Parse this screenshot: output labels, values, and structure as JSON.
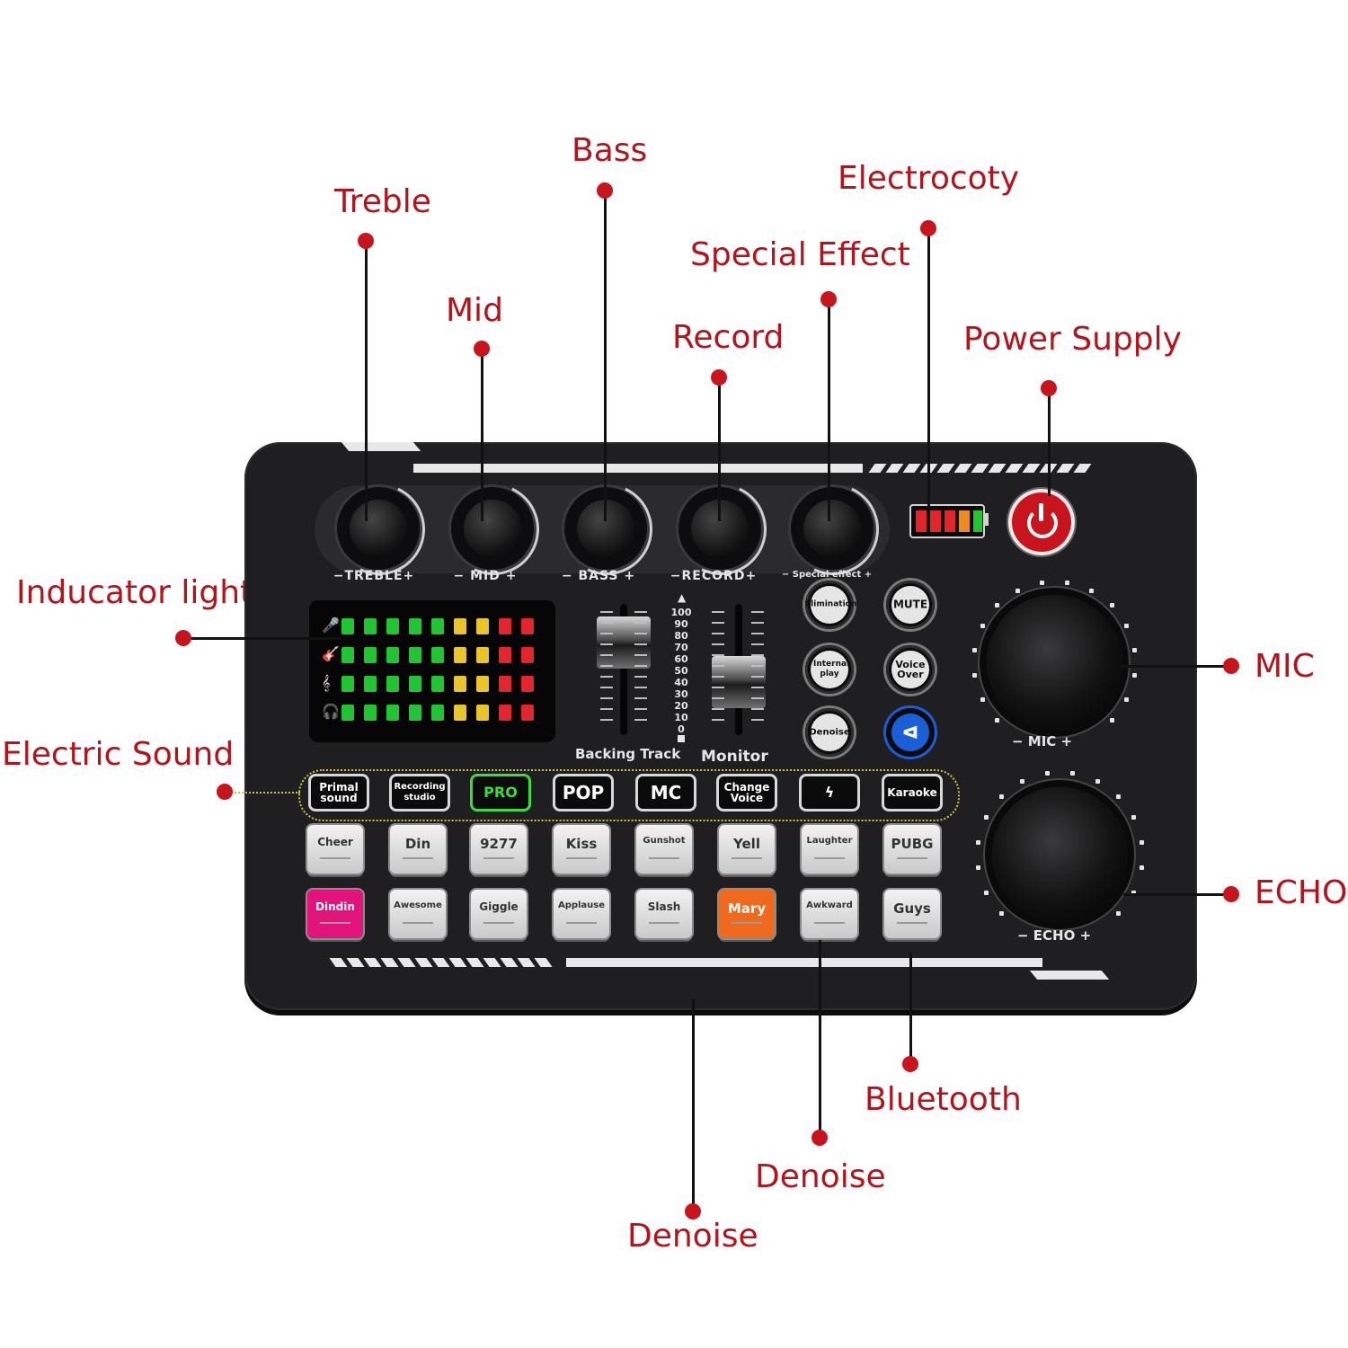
{
  "callouts": {
    "treble": "Treble",
    "mid": "Mid",
    "bass": "Bass",
    "electrocoty": "Electrocoty",
    "special_effect": "Special Effect",
    "record": "Record",
    "power_supply": "Power Supply",
    "indicator_light": "Inducator light",
    "electric_sound": "Electric Sound",
    "mic": "MIC",
    "echo": "ECHO",
    "bluetooth": "Bluetooth",
    "denoise_1": "Denoise",
    "denoise_2": "Denoise"
  },
  "device": {
    "knobs": {
      "treble": "−TREBLE+",
      "mid": "−  MID  +",
      "bass": "−  BASS  +",
      "record": "−RECORD+",
      "special": "− Special effect +"
    },
    "fader_scale": [
      "100",
      "90",
      "80",
      "70",
      "60",
      "50",
      "40",
      "30",
      "20",
      "10",
      "0"
    ],
    "backing_track_label": "Backing Track",
    "monitor_label": "Monitor",
    "round_buttons": {
      "elimination": "Elimination",
      "mute": "MUTE",
      "internal_play": "Internal play",
      "voice_over": "Voice Over",
      "denoise": "Denoise",
      "bluetooth_icon": "bluetooth-icon"
    },
    "mic_knob_label": "−  MIC  +",
    "echo_knob_label": "−  ECHO  +",
    "effect_buttons": [
      "Primal sound",
      "Recording studio",
      "PRO",
      "POP",
      "MC",
      "Change Voice",
      "ϟ",
      "Karaoke"
    ],
    "pads_row1": [
      "Cheer",
      "Din",
      "9277",
      "Kiss",
      "Gunshot",
      "Yell",
      "Laughter",
      "PUBG"
    ],
    "pads_row2": [
      "Dindin",
      "Awesome",
      "Giggle",
      "Applause",
      "Slash",
      "Mary",
      "Awkward",
      "Guys"
    ],
    "meter_icons": [
      "mic-icon",
      "guitar-icon",
      "music-note-icon",
      "headphones-icon"
    ],
    "colors": {
      "accent_red": "#c8141c",
      "led_green": "#22c433",
      "led_yellow": "#e9c52a",
      "led_red": "#e3262d",
      "pad_pink": "#e2137b",
      "pad_orange": "#ef6a1c",
      "pro_green": "#3bdc3b",
      "bluetooth_blue": "#1a5fd8"
    }
  }
}
